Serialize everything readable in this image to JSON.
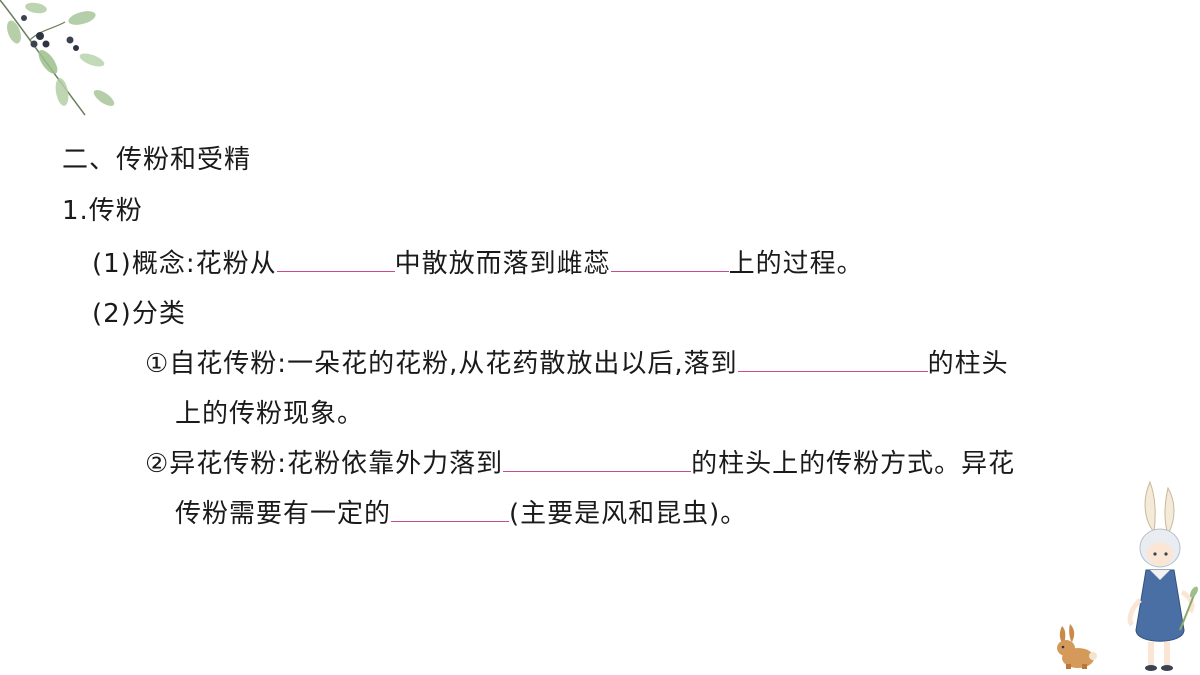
{
  "section": {
    "heading": "二、传粉和受精"
  },
  "item1": {
    "title": "1.传粉"
  },
  "concept": {
    "prefix": "(1)概念:花粉从",
    "middle": "中散放而落到雌蕊",
    "suffix": "上的过程。"
  },
  "classification": {
    "title": "(2)分类"
  },
  "self_pollination": {
    "line1_prefix": "①自花传粉:一朵花的花粉,从花药散放出以后,落到",
    "line1_suffix": "的柱头",
    "line2": "上的传粉现象。"
  },
  "cross_pollination": {
    "line1_prefix": "②异花传粉:花粉依靠外力落到",
    "line1_suffix": "的柱头上的传粉方式。异花",
    "line2_prefix": "传粉需要有一定的",
    "line2_suffix": "(主要是风和昆虫)。"
  },
  "colors": {
    "blank_underline": "#c94a92",
    "text": "#1a1a1a",
    "leaf": "#9fc08f",
    "berry": "#2e3440"
  }
}
